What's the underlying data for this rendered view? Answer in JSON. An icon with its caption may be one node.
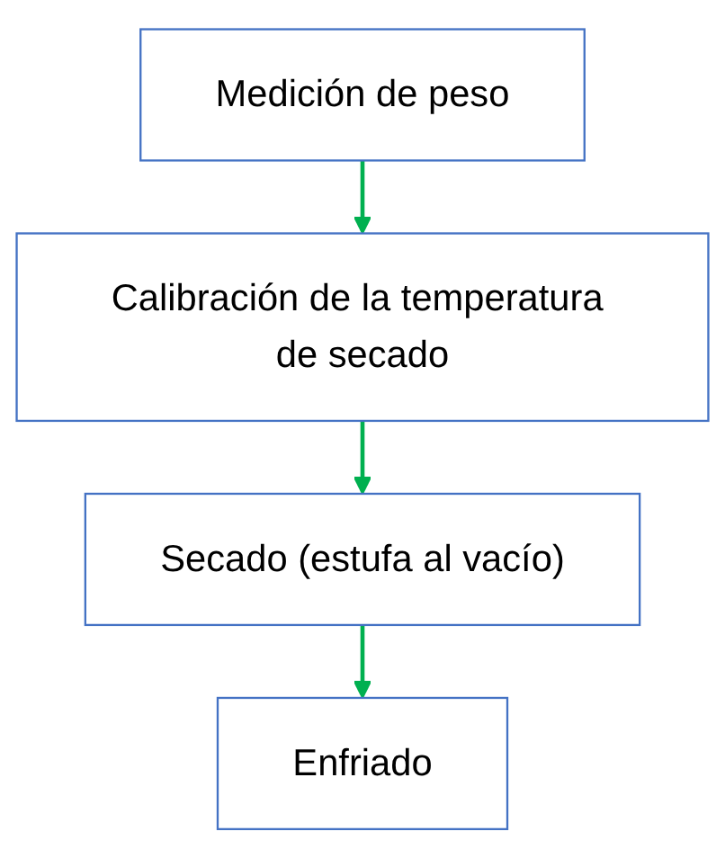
{
  "diagram": {
    "nodes": [
      {
        "text": [
          "Medición de peso"
        ]
      },
      {
        "text": [
          "Calibración de la temperatura de secado"
        ]
      },
      {
        "text": [
          "Secado (estufa al vacío)"
        ]
      },
      {
        "text": [
          "Enfriado"
        ]
      }
    ],
    "edges": [
      {
        "from": 0,
        "to": 1,
        "arrow": "to"
      },
      {
        "from": 1,
        "to": 2,
        "arrow": "to"
      },
      {
        "from": 2,
        "to": 3,
        "arrow": "to"
      }
    ]
  }
}
